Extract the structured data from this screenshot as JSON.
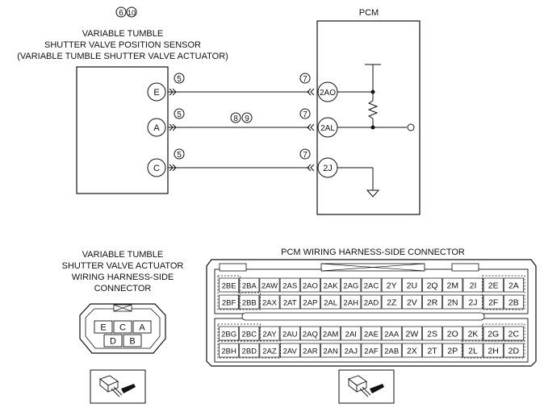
{
  "top": {
    "note_refs": [
      "6",
      "10"
    ],
    "sensor_title": [
      "VARIABLE TUMBLE",
      "SHUTTER VALVE POSITION SENSOR",
      "(VARIABLE TUMBLE SHUTTER VALVE ACTUATOR)"
    ],
    "pcm_label": "PCM",
    "wires": [
      {
        "from": "E",
        "to": "2AO",
        "ref_left": "5",
        "ref_right": "7"
      },
      {
        "from": "A",
        "to": "2AL",
        "ref_left": "5",
        "ref_mid": [
          "8",
          "9"
        ],
        "ref_right": "7"
      },
      {
        "from": "C",
        "to": "2J",
        "ref_left": "5",
        "ref_right": "7"
      }
    ]
  },
  "actuator_connector": {
    "title": [
      "VARIABLE TUMBLE",
      "SHUTTER VALVE ACTUATOR",
      "WIRING HARNESS-SIDE",
      "CONNECTOR"
    ],
    "rows": [
      [
        "E",
        "C",
        "A"
      ],
      [
        "D",
        "B"
      ]
    ]
  },
  "pcm_connector": {
    "title": "PCM WIRING HARNESS-SIDE CONNECTOR",
    "top_rows": [
      [
        "2BE",
        "2BA",
        "2AW",
        "2AS",
        "2AO",
        "2AK",
        "2AG",
        "2AC",
        "2Y",
        "2U",
        "2Q",
        "2M",
        "2I",
        "2E",
        "2A"
      ],
      [
        "2BF",
        "2BB",
        "2AX",
        "2AT",
        "2AP",
        "2AL",
        "2AH",
        "2AD",
        "2Z",
        "2V",
        "2R",
        "2N",
        "2J",
        "2F",
        "2B"
      ]
    ],
    "bottom_rows": [
      [
        "2BG",
        "2BC",
        "2AY",
        "2AU",
        "2AQ",
        "2AM",
        "2AI",
        "2AE",
        "2AA",
        "2W",
        "2S",
        "2O",
        "2K",
        "2G",
        "2C"
      ],
      [
        "2BH",
        "2BD",
        "2AZ",
        "2AV",
        "2AR",
        "2AN",
        "2AJ",
        "2AF",
        "2AB",
        "2X",
        "2T",
        "2P",
        "2L",
        "2H",
        "2D"
      ]
    ]
  }
}
